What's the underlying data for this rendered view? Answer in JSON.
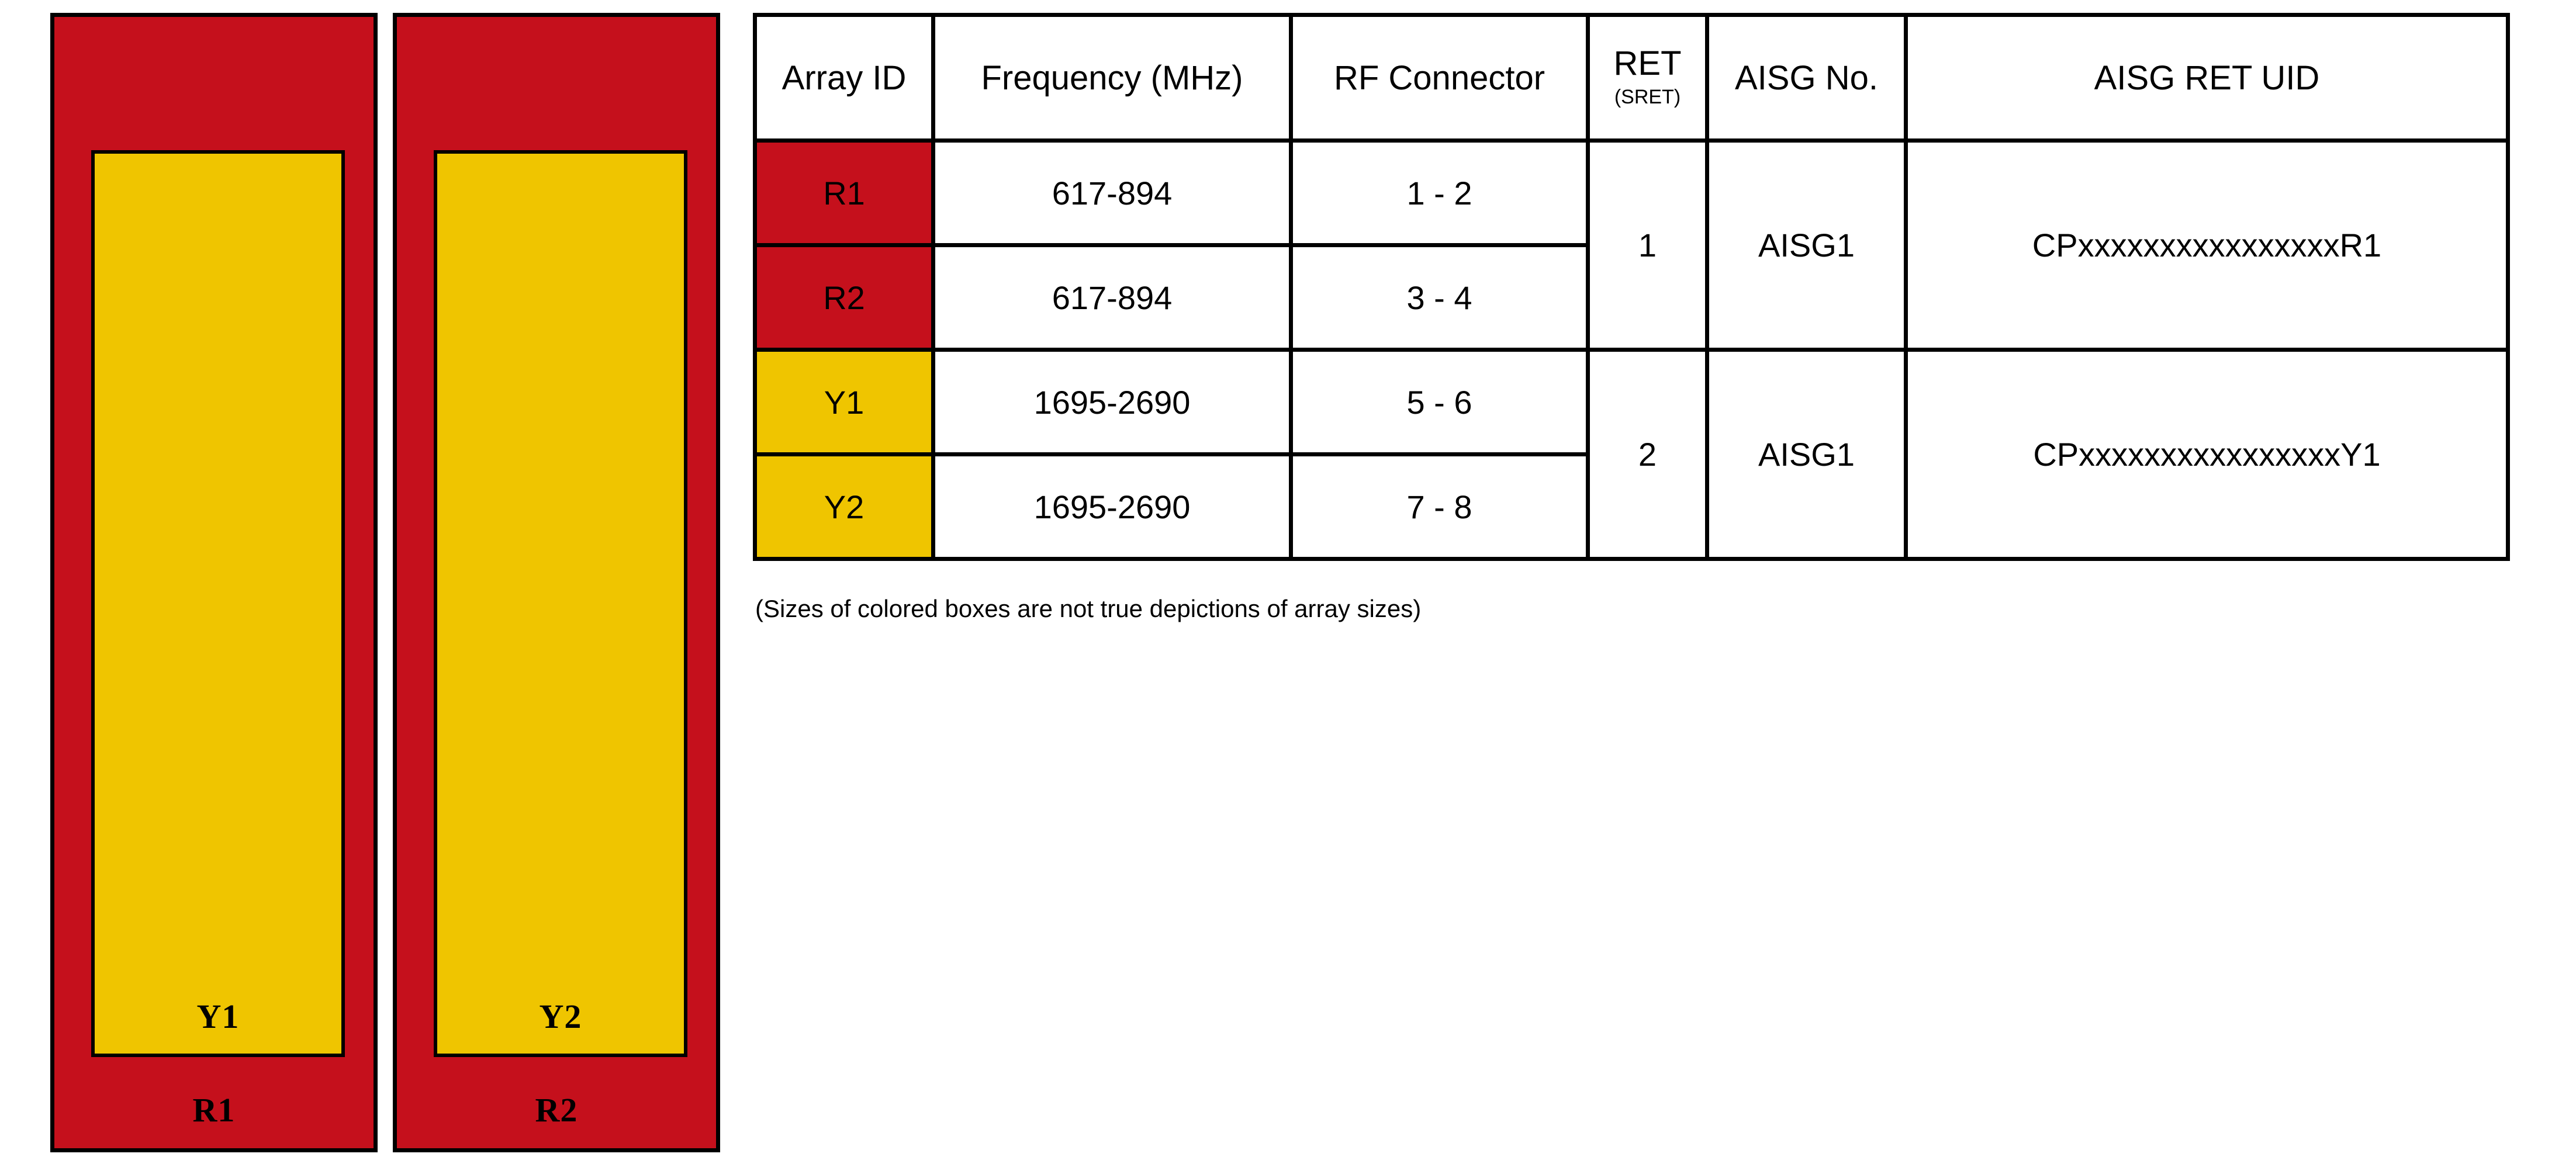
{
  "diagram": {
    "arrays": [
      {
        "outer_label": "R1",
        "inner_label": "Y1",
        "outer_color": "#C5101C",
        "inner_color": "#EFC500"
      },
      {
        "outer_label": "R2",
        "inner_label": "Y2",
        "outer_color": "#C5101C",
        "inner_color": "#EFC500"
      }
    ],
    "note": "(Sizes of colored boxes are not true depictions of array sizes)"
  },
  "table": {
    "headers": {
      "array_id": "Array ID",
      "frequency": "Frequency (MHz)",
      "rf_connector": "RF Connector",
      "ret_main": "RET",
      "ret_sub": "(SRET)",
      "aisg_no": "AISG No.",
      "aisg_ret_uid": "AISG RET UID"
    },
    "rows": [
      {
        "array_id": "R1",
        "swatch": "red",
        "frequency": "617-894",
        "rf_connector": "1 - 2",
        "ret": "1",
        "aisg_no": "AISG1",
        "aisg_ret_uid": "CPxxxxxxxxxxxxxxxxR1"
      },
      {
        "array_id": "R2",
        "swatch": "red",
        "frequency": "617-894",
        "rf_connector": "3 - 4"
      },
      {
        "array_id": "Y1",
        "swatch": "yellow",
        "frequency": "1695-2690",
        "rf_connector": "5 - 6",
        "ret": "2",
        "aisg_no": "AISG1",
        "aisg_ret_uid": "CPxxxxxxxxxxxxxxxxY1"
      },
      {
        "array_id": "Y2",
        "swatch": "yellow",
        "frequency": "1695-2690",
        "rf_connector": "7 - 8"
      }
    ]
  }
}
